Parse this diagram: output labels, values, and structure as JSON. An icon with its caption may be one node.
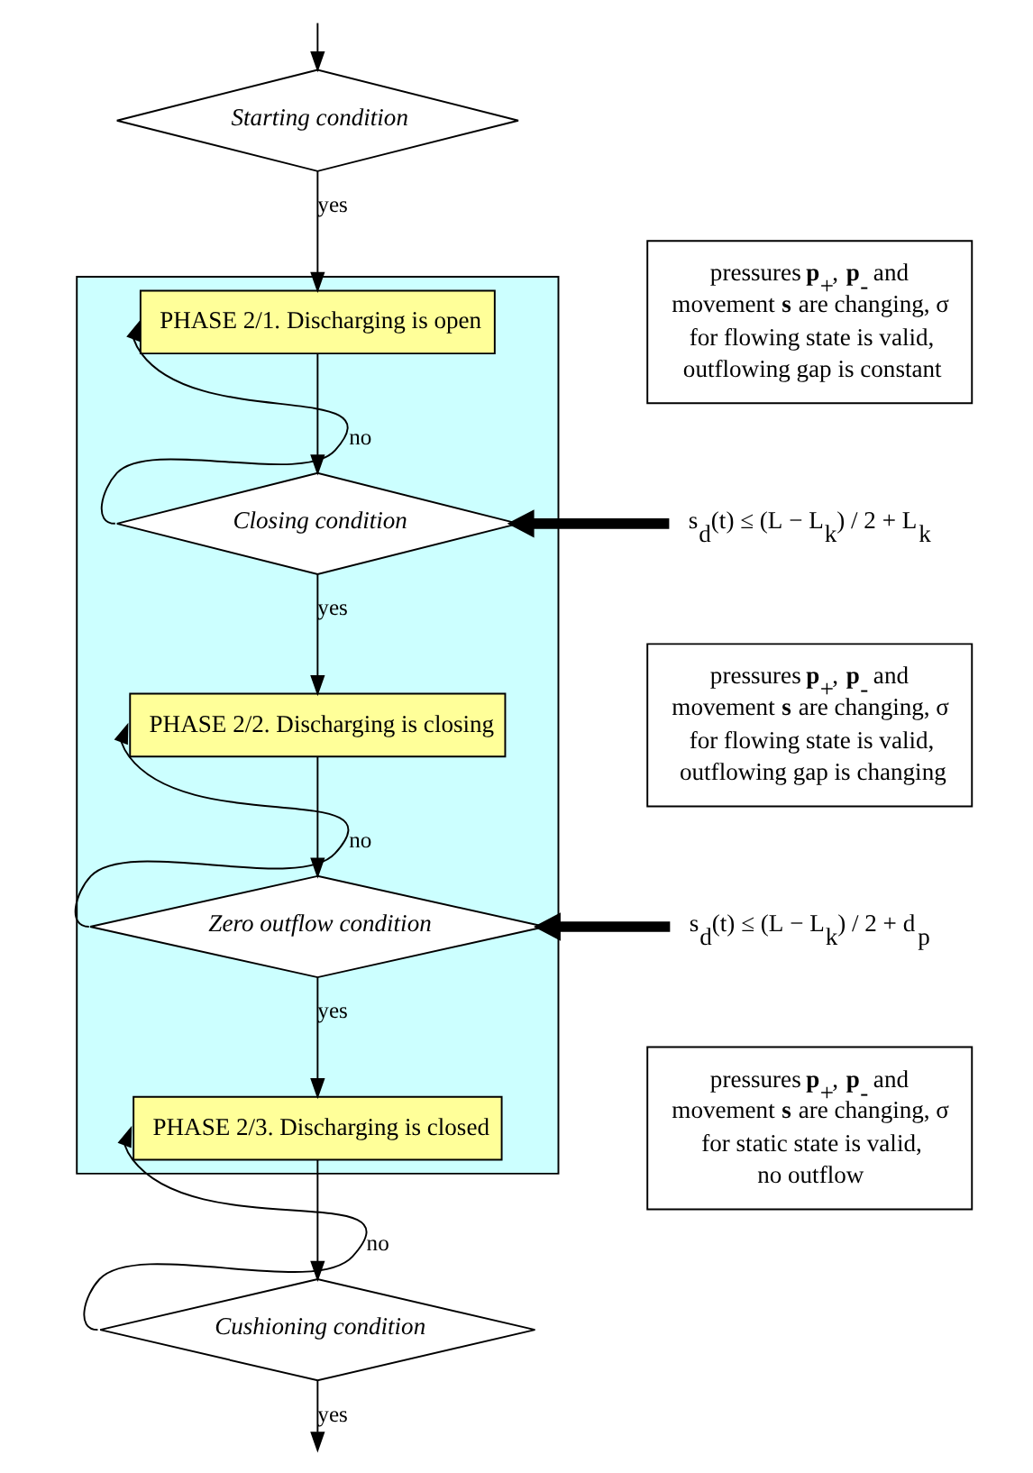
{
  "diagram": {
    "nodes": [
      {
        "text": [
          "Starting condition"
        ]
      },
      {
        "text": [],
        "shape": "box"
      },
      {
        "text": [
          "PHASE 2/1. Discharging is open"
        ],
        "in": 1
      },
      {
        "text": [
          "Closing condition"
        ],
        "in": 1
      },
      {
        "text": [
          "PHASE 2/2. Discharging is closing"
        ],
        "in": 1
      },
      {
        "text": [
          "Zero outflow condition"
        ],
        "in": 1
      },
      {
        "text": [
          "PHASE 2/3. Discharging is closed"
        ],
        "in": 1
      },
      {
        "text": [
          "Cushioning condition"
        ]
      },
      {
        "text": [
          "pressures **p**$_{+}$, **p**$_{-}$ and movement **s** are changing, σ for flowing state is valid, outflowing gap is constant"
        ]
      },
      {
        "text": [
          "s$_{d}$(t) ≤ (L − L$_{k}$) / 2 + L$_{k}$"
        ]
      },
      {
        "text": [
          "pressures **p**$_{+}$, **p**$_{-}$ and movement **s** are changing, σ for flowing state is valid, outflowing gap is changing"
        ]
      },
      {
        "text": [
          "s$_{d}$(t) ≤ (L − L$_{k}$) / 2 + d$_{p}$"
        ]
      },
      {
        "text": [
          "pressures **p**$_{+}$, **p**$_{-}$ and movement **s** are changing, σ for static state is valid, no outflow"
        ]
      }
    ],
    "edges": [
      {
        "from": null,
        "to": 0,
        "arrow": "to"
      },
      {
        "from": 0,
        "to": 2,
        "arrow": "to",
        "label": "yes"
      },
      {
        "from": 2,
        "to": 3,
        "arrow": "to"
      },
      {
        "from": 3,
        "to": 4,
        "arrow": "to",
        "label": "yes"
      },
      {
        "from": 3,
        "to": 2,
        "arrow": "to",
        "label": "no"
      },
      {
        "from": 4,
        "to": 5,
        "arrow": "to"
      },
      {
        "from": 5,
        "to": 6,
        "arrow": "to",
        "label": "yes"
      },
      {
        "from": 5,
        "to": 4,
        "arrow": "to",
        "label": "no"
      },
      {
        "from": 6,
        "to": 7,
        "arrow": "to"
      },
      {
        "from": 7,
        "to": 6,
        "arrow": "to",
        "label": "no"
      },
      {
        "from": 7,
        "to": null,
        "arrow": "to",
        "label": "yes"
      },
      {
        "from": 9,
        "to": 3,
        "arrow": "to",
        "style": "thick"
      },
      {
        "from": 11,
        "to": 5,
        "arrow": "to",
        "style": "thick"
      }
    ]
  }
}
